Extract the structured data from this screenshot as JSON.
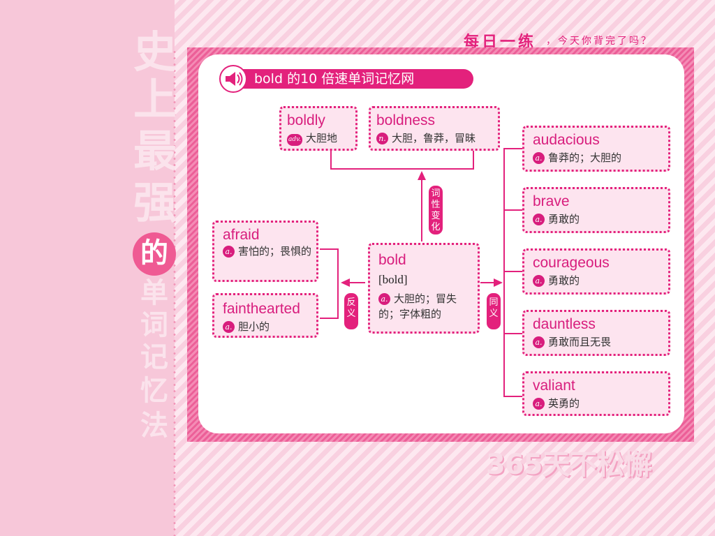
{
  "page": {
    "side_title_big": [
      "史",
      "上",
      "最",
      "强"
    ],
    "side_circle": "的",
    "side_title_small": [
      "单",
      "词",
      "记",
      "忆",
      "法"
    ],
    "header_main": "每日一练",
    "header_sub": "，今天你背完了吗？",
    "footer": "365天不松懈"
  },
  "map": {
    "title": "bold 的10 倍速单词记忆网",
    "center": {
      "word": "bold",
      "phonetic": "[bold]",
      "pos": "a.",
      "meaning": "大胆的；冒失的；字体粗的"
    },
    "morph_label": "词性变化",
    "antonym_label": "反义",
    "synonym_label": "同义",
    "morph": [
      {
        "word": "boldly",
        "pos": "adv.",
        "meaning": "大胆地"
      },
      {
        "word": "boldness",
        "pos": "n.",
        "meaning": "大胆，鲁莽，冒昧"
      }
    ],
    "antonyms": [
      {
        "word": "afraid",
        "pos": "a.",
        "meaning": "害怕的；畏惧的"
      },
      {
        "word": "fainthearted",
        "pos": "a.",
        "meaning": "胆小的"
      }
    ],
    "synonyms": [
      {
        "word": "audacious",
        "pos": "a.",
        "meaning": "鲁莽的；大胆的"
      },
      {
        "word": "brave",
        "pos": "a.",
        "meaning": "勇敢的"
      },
      {
        "word": "courageous",
        "pos": "a.",
        "meaning": "勇敢的"
      },
      {
        "word": "dauntless",
        "pos": "a.",
        "meaning": "勇敢而且无畏"
      },
      {
        "word": "valiant",
        "pos": "a.",
        "meaning": "英勇的"
      }
    ]
  },
  "colors": {
    "accent": "#e3217c",
    "card_bg": "#fde4ef",
    "page_pink": "#f7c7d9"
  },
  "icons": {
    "speaker": "speaker-icon"
  }
}
